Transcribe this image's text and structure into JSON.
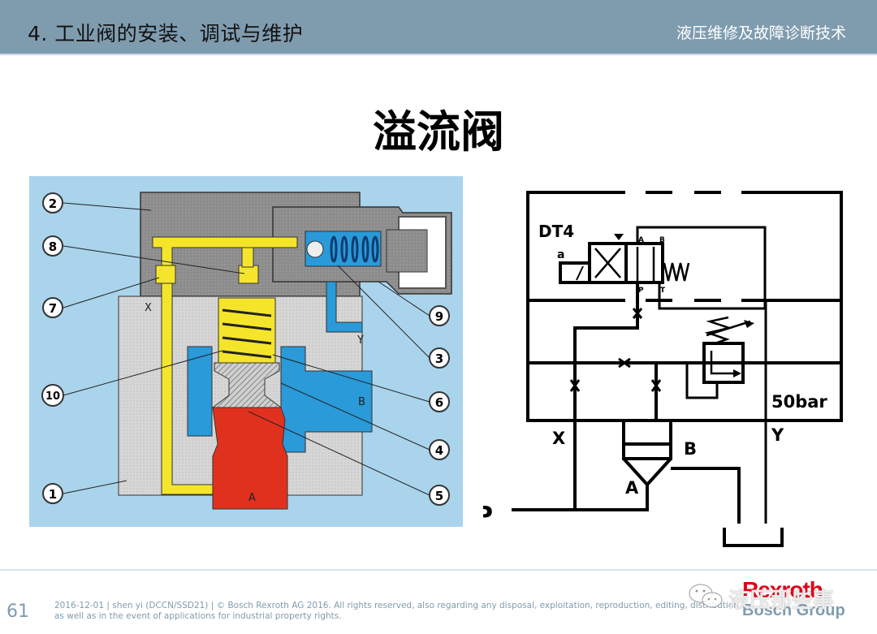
{
  "header": {
    "title": "4. 工业阀的安装、调试与维护",
    "subtitle": "液压维修及故障诊断技术"
  },
  "slide": {
    "title": "溢流阀"
  },
  "sectional_view": {
    "callouts": [
      "1",
      "2",
      "3",
      "4",
      "5",
      "6",
      "7",
      "8",
      "9",
      "10"
    ],
    "port_labels": {
      "x": "X",
      "y": "Y",
      "a": "A",
      "b": "B"
    },
    "colors": {
      "background": "#a9d4ec",
      "body_dark": "#8a8a8a",
      "body_light": "#d2d2d2",
      "pilot_yellow": "#f5e52a",
      "tank_blue": "#2a9ad8",
      "pressure_red": "#e0311e"
    }
  },
  "schematic": {
    "valve_label": "DT4",
    "solenoid_label": "a",
    "valve_ports": {
      "a": "A",
      "b": "B",
      "p": "P",
      "t": "T"
    },
    "pressure_setting": "50bar",
    "port_labels": {
      "x": "X",
      "y": "Y",
      "a": "A",
      "b": "B",
      "p": "P"
    }
  },
  "footer": {
    "page_number": "61",
    "line1": "2016-12-01 | shen yi (DCCN/SSD21) | © Bosch Rexroth AG 2016. All rights reserved, also regarding any disposal, exploitation, reproduction, editing, distribution,",
    "line2": "as well as in the event of applications for industrial property rights.",
    "brand_top": "Rexroth",
    "brand_bottom": "Bosch Group",
    "watermark": "液压那些事"
  }
}
